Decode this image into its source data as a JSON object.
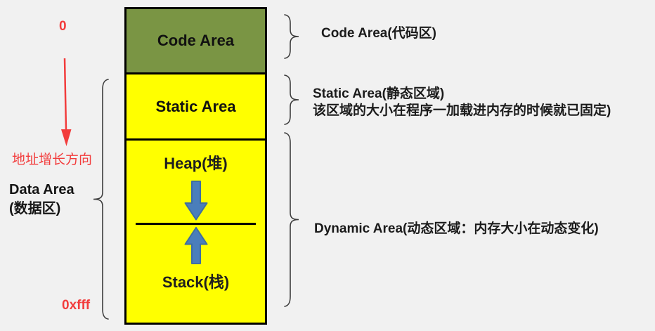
{
  "colors": {
    "background": "#f1f1f1",
    "code_area_fill": "#7a9544",
    "data_area_fill": "#ffff00",
    "arrow_blue_fill": "#4a7ebb",
    "arrow_blue_border": "#3f6ea0",
    "accent_red": "#f23c3c",
    "box_border": "#000000"
  },
  "memory_box": {
    "code_label": "Code Area",
    "static_label": "Static Area",
    "heap_label": "Heap(堆)",
    "stack_label": "Stack(栈)"
  },
  "left_annotations": {
    "start_address": "0",
    "growth_direction": "地址增长方向",
    "data_area_line1": "Data Area",
    "data_area_line2": "(数据区)",
    "end_address": "0xfff"
  },
  "right_annotations": {
    "code": "Code Area(代码区)",
    "static_line1": "Static Area(静态区域)",
    "static_line2": "该区域的大小在程序一加载进内存的时候就已固定)",
    "dynamic": "Dynamic Area(动态区域：内存大小在动态变化)"
  }
}
